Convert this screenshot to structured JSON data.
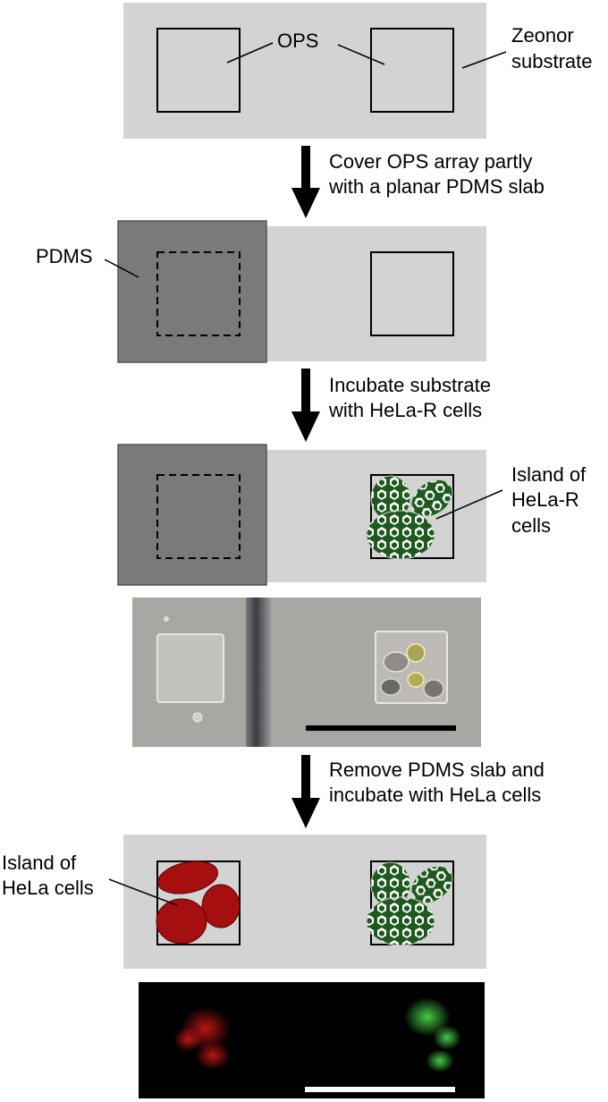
{
  "labels": {
    "ops": "OPS",
    "zeonor_line1": "Zeonor",
    "zeonor_line2": "substrate",
    "pdms": "PDMS",
    "island_helar_line1": "Island of",
    "island_helar_line2": "HeLa-R",
    "island_helar_line3": "cells",
    "island_hela_line1": "Island of",
    "island_hela_line2": "HeLa cells"
  },
  "steps": [
    {
      "line1": "Cover OPS array partly",
      "line2": "with a planar PDMS slab"
    },
    {
      "line1": "Incubate substrate",
      "line2": "with HeLa-R cells"
    },
    {
      "line1": "Remove PDMS slab and",
      "line2": "incubate with HeLa cells"
    }
  ],
  "colors": {
    "substrate": "#d3d3d3",
    "pdms": "#7a7a7a",
    "hela_r_cells": "#1e5a1e",
    "hela_cells": "#a50f0f",
    "arrow": "#000000",
    "micrograph_bg": "#a9a7a4",
    "fluorescence_bg": "#000000",
    "scale_bar_dark": "#000000",
    "scale_bar_light": "#ffffff"
  },
  "images": {
    "phase_contrast_micrograph": "phase-contrast micrograph",
    "fluorescence_micrograph": "fluorescence micrograph"
  }
}
